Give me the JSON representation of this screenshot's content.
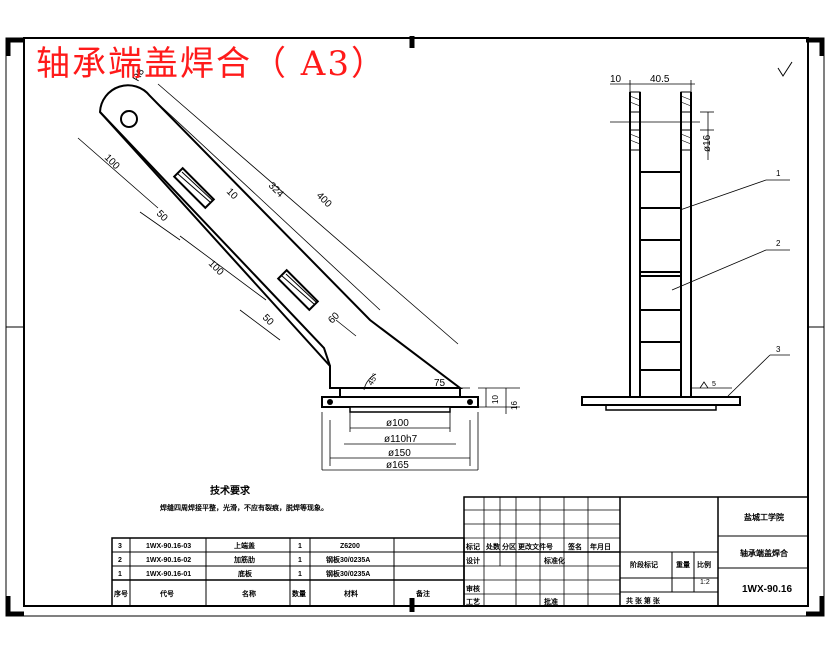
{
  "sheet_title": "轴承端盖焊合（ A3）",
  "left_view_dims": {
    "r8": "R8",
    "d100_left": "100",
    "d324": "324",
    "d400": "400",
    "d10": "10",
    "d50_top": "50",
    "d100_mid": "100",
    "d50_low": "50",
    "d60": "60",
    "d45": "45°",
    "d75": "75",
    "d10_base": "10",
    "d16_base": "16",
    "phi100": "ø100",
    "phi110h7": "ø110h7",
    "phi150": "ø150",
    "phi165": "ø165"
  },
  "right_view_dims": {
    "d10": "10",
    "d40_5": "40.5",
    "phi16": "ø16",
    "callout_1": "1",
    "callout_2": "2",
    "callout_3": "3",
    "weld": "5"
  },
  "tech_req": {
    "title": "技术要求",
    "text": "焊缝四周焊接平整，光滑，不应有裂痕，脱焊等现象。"
  },
  "bom": {
    "rows": [
      {
        "no": "3",
        "code": "1WX-90.16-03",
        "name": "上端盖",
        "qty": "1",
        "material": "Z6200"
      },
      {
        "no": "2",
        "code": "1WX-90.16-02",
        "name": "加筋肋",
        "qty": "1",
        "material": "钢板30/0235A"
      },
      {
        "no": "1",
        "code": "1WX-90.16-01",
        "name": "底板",
        "qty": "1",
        "material": "钢板30/0235A"
      }
    ],
    "header": {
      "no": "序号",
      "code": "代号",
      "name": "名称",
      "qty": "数量",
      "material": "材料",
      "note": "备注"
    }
  },
  "title_block": {
    "school": "盐城工学院",
    "drawing_name": "轴承端盖焊合",
    "drawing_no": "1WX-90.16",
    "rev_labels": [
      "标记",
      "处数",
      "分区",
      "更改文件号",
      "签名",
      "年月日"
    ],
    "design": "设计",
    "standard": "标准化",
    "stage": "阶段标记",
    "weight": "重量",
    "scale": "比例",
    "scale_value": "1:2",
    "review": "审核",
    "process": "工艺",
    "approve": "批准",
    "sheets": "共   张  第   张"
  }
}
